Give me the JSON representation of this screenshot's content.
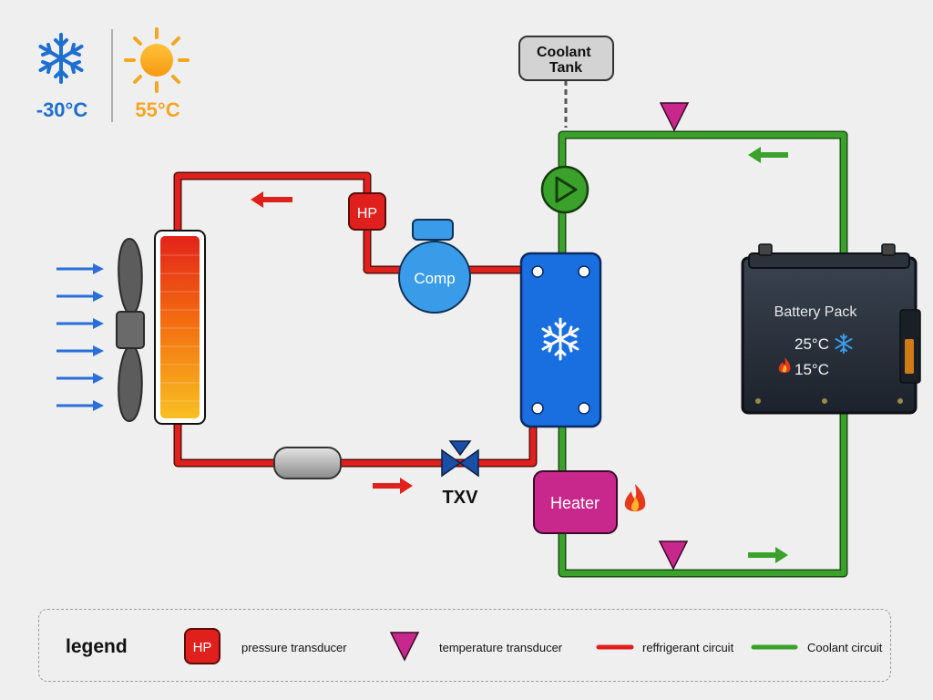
{
  "climate": {
    "cold_temp": "-30°C",
    "hot_temp": "55°C",
    "cold_icon": "snowflake-icon",
    "hot_icon": "sun-icon",
    "cold_color": "#1e6fd0",
    "hot_color": "#f5a623"
  },
  "components": {
    "coolant_tank": "Coolant\nTank",
    "pressure_transducer_tag": "HP",
    "compressor": "Comp",
    "expansion_valve": "TXV",
    "heater": "Heater",
    "battery": {
      "title": "Battery Pack",
      "cool_temp": "25°C",
      "heat_temp": "15°C"
    }
  },
  "legend": {
    "title": "legend",
    "items": [
      {
        "icon": "HP",
        "label": "pressure transducer"
      },
      {
        "label": "temperature transducer"
      },
      {
        "label": "reffrigerant circuit"
      },
      {
        "label": "Coolant circuit"
      }
    ]
  },
  "colors": {
    "refrigerant": "#e0201c",
    "coolant": "#3aa12a",
    "transducer": "#c8288c",
    "heat_exchanger": "#1a6fe0",
    "compressor": "#3a9ce8",
    "heater": "#c8288c",
    "air_flow": "#2a6fd8"
  }
}
